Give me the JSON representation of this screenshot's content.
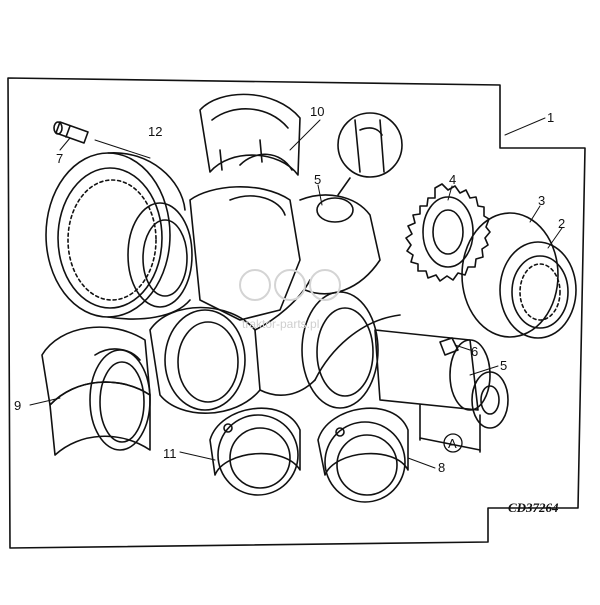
{
  "diagram": {
    "drawing_code": "CD37264",
    "watermark_text": "traktor-parts.pl",
    "circled_label": "A",
    "callouts": [
      "1",
      "2",
      "3",
      "4",
      "5",
      "5",
      "6",
      "7",
      "8",
      "9",
      "10",
      "11",
      "12"
    ],
    "line_color": "#111111",
    "background": "#ffffff"
  }
}
